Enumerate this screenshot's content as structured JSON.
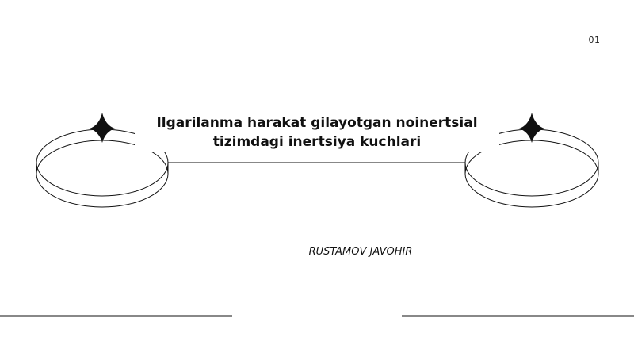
{
  "slide": {
    "page_number": "01",
    "title_line1": "Ilgarilanma harakat gilayotgan noinertsial",
    "title_line2": "tizimdagi inertsiya kuchlari",
    "author": "RUSTAMOV JAVOHIR"
  },
  "colors": {
    "background": "#ffffff",
    "ink": "#111111"
  },
  "icons": {
    "left_star": "four-point-star-icon",
    "right_star": "four-point-star-icon"
  }
}
